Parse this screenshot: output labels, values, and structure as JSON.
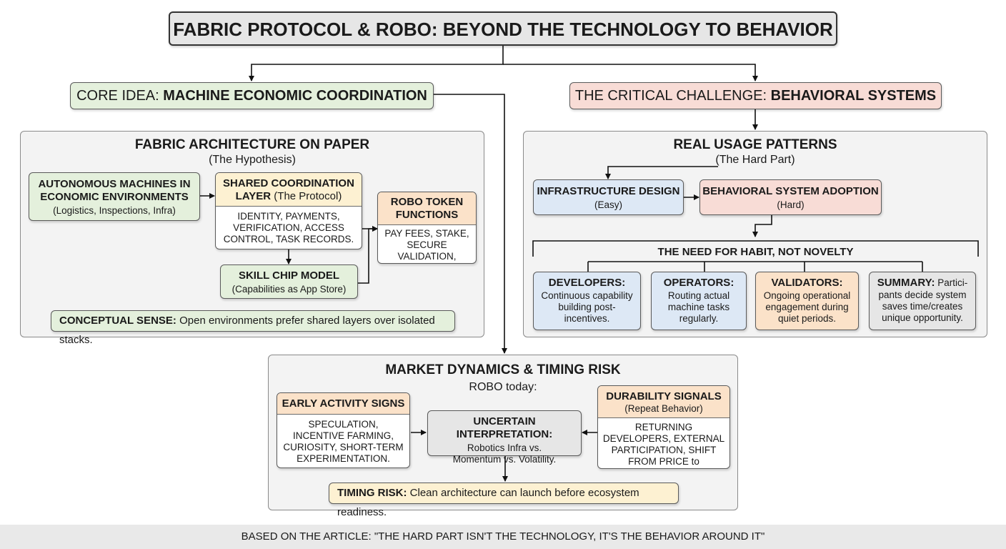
{
  "title": "FABRIC PROTOCOL & ROBO: BEYOND THE TECHNOLOGY TO BEHAVIOR",
  "core_idea": {
    "prefix": "CORE IDEA: ",
    "main": "MACHINE ECONOMIC COORDINATION"
  },
  "challenge": {
    "prefix": "THE CRITICAL CHALLENGE: ",
    "main": "BEHAVIORAL SYSTEMS"
  },
  "architecture": {
    "heading": "FABRIC ARCHITECTURE ON PAPER",
    "subheading": "(The Hypothesis)",
    "autonomous": {
      "title": "AUTONOMOUS MACHINES IN ECONOMIC ENVIRONMENTS",
      "body": "(Logistics, Inspections, Infra)"
    },
    "shared_layer": {
      "title": "SHARED COORDINATION LAYER",
      "title_suffix": " (The Protocol)",
      "body": "IDENTITY, PAYMENTS, VERIFICATION, ACCESS CONTROL, TASK RECORDS."
    },
    "robo_token": {
      "title": "ROBO TOKEN FUNCTIONS",
      "body": "PAY FEES, STAKE, SECURE VALIDATION, GOVERN EVOLUTION"
    },
    "skill_chip": {
      "title": "SKILL CHIP MODEL",
      "body": "(Capabilities as App Store)"
    },
    "conceptual": {
      "label": "CONCEPTUAL SENSE:",
      "text": " Open environments prefer shared layers over isolated stacks."
    }
  },
  "usage": {
    "heading": "REAL USAGE PATTERNS",
    "subheading": "(The Hard Part)",
    "infra": {
      "title": "INFRASTRUCTURE DESIGN",
      "body": "(Easy)"
    },
    "adoption": {
      "title": "BEHAVIORAL SYSTEM ADOPTION",
      "body": "(Hard)"
    },
    "habit_heading": "THE NEED FOR HABIT, NOT NOVELTY",
    "cards": [
      {
        "title": "DEVELOPERS:",
        "body": "Continuous capability building post-incentives."
      },
      {
        "title": "OPERATORS:",
        "body": "Routing actual machine tasks regularly."
      },
      {
        "title": "VALIDATORS:",
        "body": "Ongoing operational engagement during quiet periods."
      },
      {
        "title": "SUMMARY:",
        "body": " Partici-pants decide system saves time/creates unique opportunity."
      }
    ]
  },
  "market": {
    "heading": "MARKET DYNAMICS & TIMING RISK",
    "subheading": "ROBO today:",
    "early": {
      "title": "EARLY ACTIVITY SIGNS",
      "body": "SPECULATION, INCENTIVE FARMING, CURIOSITY, SHORT-TERM EXPERIMENTATION."
    },
    "uncertain": {
      "title": "UNCERTAIN INTERPRETATION:",
      "body": "Robotics Infra vs. Momentum vs. Volatility."
    },
    "durability": {
      "title": "DURABILITY SIGNALS",
      "subtitle": "(Repeat Behavior)",
      "body": "RETURNING DEVELOPERS, EXTERNAL PARTICIPATION, SHIFT FROM PRICE to PRACTICAL DISCUSSIONS."
    },
    "timing": {
      "label": "TIMING RISK:",
      "text": " Clean architecture can launch before ecosystem readiness."
    }
  },
  "footer": "BASED ON THE ARTICLE: \"THE HARD PART ISN'T THE TECHNOLOGY, IT'S THE BEHAVIOR AROUND IT\"",
  "colors": {
    "green": "#e4f0dc",
    "yellow": "#fdf1d2",
    "peach": "#fbe2c9",
    "blue": "#dde8f5",
    "pink": "#f8dcd6",
    "gray": "#e6e6e6"
  }
}
